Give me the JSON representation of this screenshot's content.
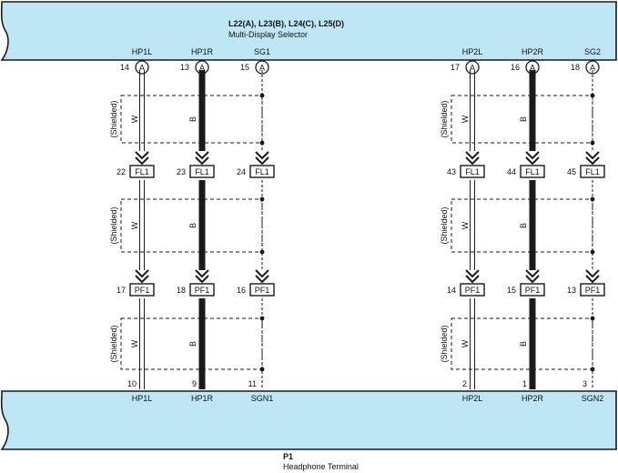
{
  "top_component": {
    "codes": "L22(A), L23(B), L24(C), L25(D)",
    "name": "Multi-Display Selector"
  },
  "bottom_component": {
    "code": "P1",
    "name": "Headphone Terminal"
  },
  "colors": {
    "component_fill": "#bfe6f4",
    "stroke": "#1a1a1a"
  },
  "groups": [
    {
      "wires": [
        {
          "top_label": "HP1L",
          "top_pin": "14",
          "top_conn": "A",
          "fl_pin": "22",
          "fl_conn": "FL1",
          "pf_pin": "17",
          "pf_conn": "PF1",
          "bottom_pin": "10",
          "bottom_label": "HP1L",
          "kind": "white"
        },
        {
          "top_label": "HP1R",
          "top_pin": "13",
          "top_conn": "A",
          "fl_pin": "23",
          "fl_conn": "FL1",
          "pf_pin": "18",
          "pf_conn": "PF1",
          "bottom_pin": "9",
          "bottom_label": "HP1R",
          "kind": "black"
        },
        {
          "top_label": "SG1",
          "top_pin": "15",
          "top_conn": "A",
          "fl_pin": "24",
          "fl_conn": "FL1",
          "pf_pin": "16",
          "pf_conn": "PF1",
          "bottom_pin": "11",
          "bottom_label": "SGN1",
          "kind": "shield"
        }
      ],
      "shield_label": "(Shielded)",
      "wire_colors": [
        "W",
        "B"
      ]
    },
    {
      "wires": [
        {
          "top_label": "HP2L",
          "top_pin": "17",
          "top_conn": "A",
          "fl_pin": "43",
          "fl_conn": "FL1",
          "pf_pin": "14",
          "pf_conn": "PF1",
          "bottom_pin": "2",
          "bottom_label": "HP2L",
          "kind": "white"
        },
        {
          "top_label": "HP2R",
          "top_pin": "16",
          "top_conn": "A",
          "fl_pin": "44",
          "fl_conn": "FL1",
          "pf_pin": "15",
          "pf_conn": "PF1",
          "bottom_pin": "1",
          "bottom_label": "HP2R",
          "kind": "black"
        },
        {
          "top_label": "SG2",
          "top_pin": "18",
          "top_conn": "A",
          "fl_pin": "45",
          "fl_conn": "FL1",
          "pf_pin": "13",
          "pf_conn": "PF1",
          "bottom_pin": "3",
          "bottom_label": "SGN2",
          "kind": "shield"
        }
      ],
      "shield_label": "(Shielded)",
      "wire_colors": [
        "W",
        "B"
      ]
    }
  ]
}
